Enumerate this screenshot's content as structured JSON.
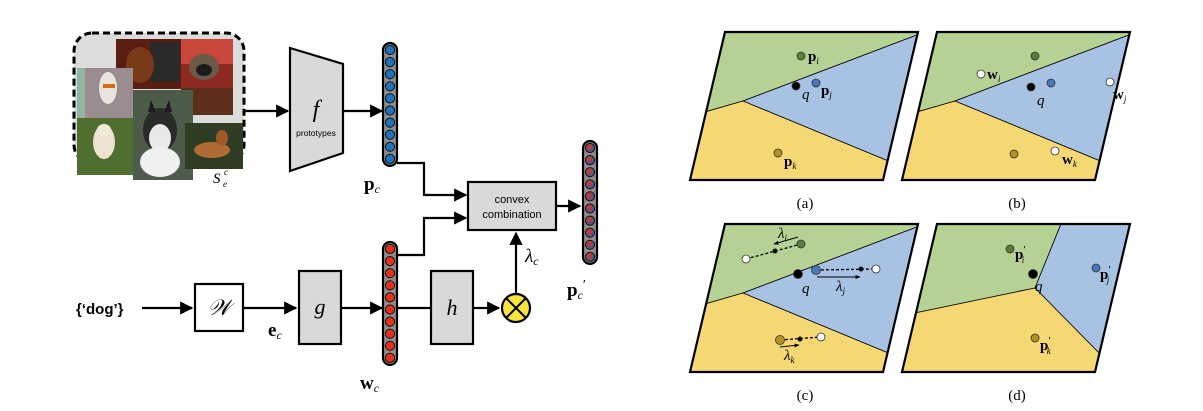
{
  "pipeline": {
    "support_set_label": "S",
    "support_set_sup": "c",
    "support_set_sub": "e",
    "support_images": [
      "dachshund",
      "pug",
      "white-dog-on-slide",
      "running-white-dog",
      "husky",
      "german-shepherd"
    ],
    "f_block": {
      "symbol": "f",
      "caption": "prototypes"
    },
    "p_c_label": "p",
    "p_c_sub": "c",
    "convex_block": {
      "line1": "convex",
      "line2": "combination"
    },
    "p_c_prime_label": "p",
    "p_c_prime_sub": "c",
    "p_c_prime_mark": "′",
    "input_text": "{‘dog’}",
    "W_block": "𝒲",
    "e_c_label": "e",
    "e_c_sub": "c",
    "g_block": "g",
    "w_c_label": "w",
    "w_c_sub": "c",
    "h_block": "h",
    "lambda_c_label": "λ",
    "lambda_c_sub": "c",
    "multiply_icon": "circle-times-icon",
    "vector_units": 10,
    "colors": {
      "prototype_unit": "#1e73be",
      "word_unit": "#e8301c",
      "block_fill": "#d9d9d9",
      "multiply_fill": "#f9e43c",
      "container_fill": "#dcdcdc"
    }
  },
  "panels": [
    {
      "id": "a",
      "caption": "(a)"
    },
    {
      "id": "b",
      "caption": "(b)"
    },
    {
      "id": "c",
      "caption": "(c)"
    },
    {
      "id": "d",
      "caption": "(d)"
    }
  ],
  "labels": {
    "p_i": "p",
    "p_i_sub": "i",
    "p_j": "p",
    "p_j_sub": "j",
    "p_k": "p",
    "p_k_sub": "k",
    "q": "q",
    "w_i": "w",
    "w_i_sub": "i",
    "w_j": "w",
    "w_j_sub": "j",
    "w_k": "w",
    "w_k_sub": "k",
    "lambda": "λ",
    "lambda_i_sub": "i",
    "lambda_j_sub": "j",
    "lambda_k_sub": "k",
    "prime": "′"
  },
  "region_colors": {
    "green": "#b5d294",
    "blue": "#a8c2e3",
    "yellow": "#f5d773",
    "point_green": "#5e7d3a",
    "point_blue": "#4a78b8",
    "point_yellow": "#b8901f",
    "query": "#000000",
    "word_point": "#ffffff"
  }
}
